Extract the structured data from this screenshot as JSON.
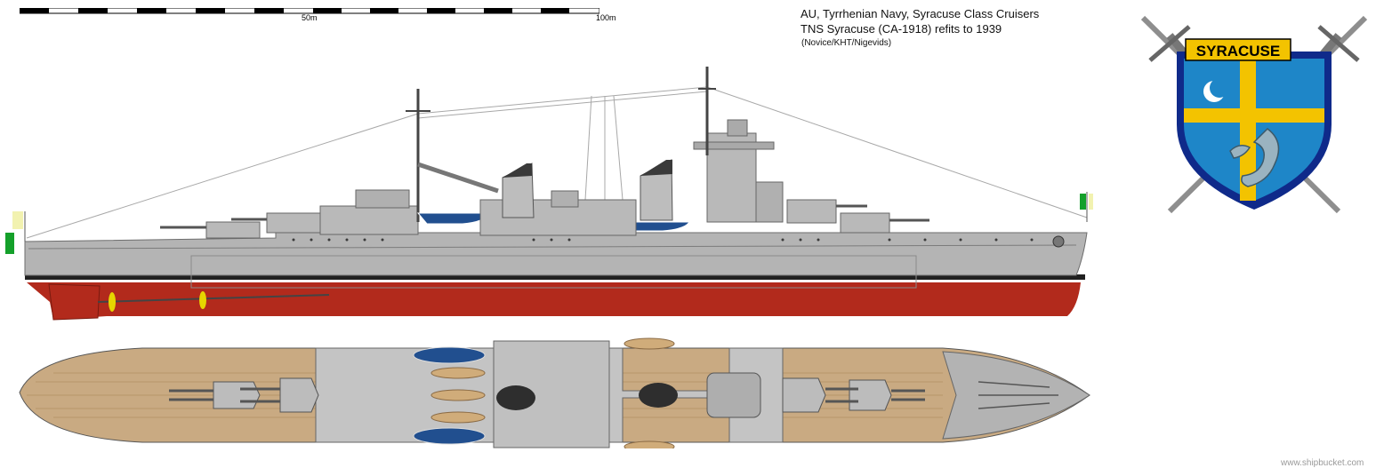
{
  "scale_bar": {
    "label_mid": "50m",
    "label_end": "100m"
  },
  "title": {
    "line1": "AU, Tyrrhenian Navy, Syracuse Class Cruisers",
    "line2": "TNS Syracuse (CA-1918) refits to 1939",
    "credits": "(Novice/KHT/Nigevids)"
  },
  "crest": {
    "banner": "SYRACUSE"
  },
  "watermark": "www.shipbucket.com",
  "colors": {
    "hull_grey": "#b4b4b4",
    "antifouling_red": "#b22a1c",
    "deck_wood": "#c9aa82",
    "crest_gold": "#f3c300",
    "crest_blue": "#1e86c8",
    "flag_green": "#14a02a"
  }
}
